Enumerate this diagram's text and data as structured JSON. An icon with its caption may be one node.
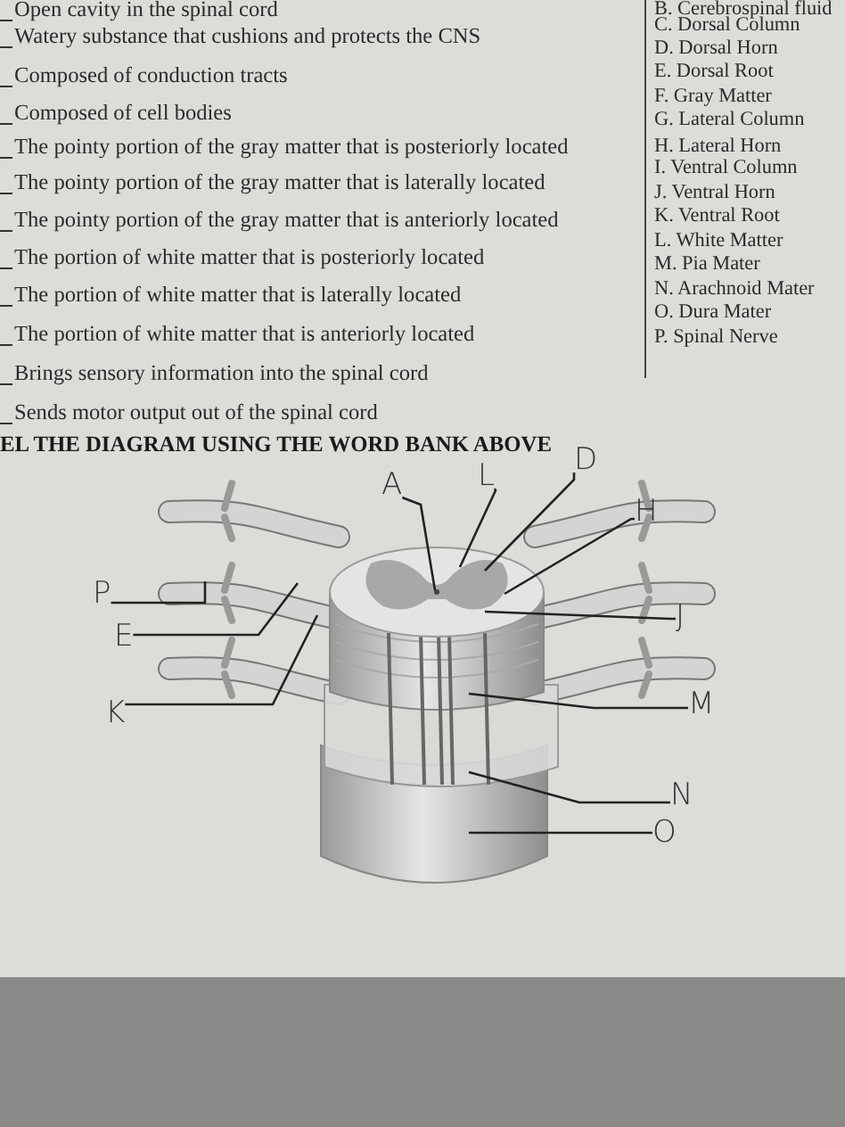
{
  "diagram": {
    "title": "EL THE DIAGRAM USING THE WORD BANK ABOVE",
    "nodes": [
      {
        "text": [
          "A"
        ]
      },
      {
        "text": [
          "L"
        ]
      },
      {
        "text": [
          "D"
        ]
      },
      {
        "text": [
          "H"
        ]
      },
      {
        "text": [
          "P"
        ]
      },
      {
        "text": [
          "E"
        ]
      },
      {
        "text": [
          "J"
        ]
      },
      {
        "text": [
          "K"
        ]
      },
      {
        "text": [
          "M"
        ]
      },
      {
        "text": [
          "N"
        ]
      },
      {
        "text": [
          "O"
        ]
      }
    ],
    "edges": [
      {
        "from": 0,
        "to": null,
        "arrow": "none"
      },
      {
        "from": 1,
        "to": null,
        "arrow": "none"
      },
      {
        "from": 2,
        "to": null,
        "arrow": "none"
      },
      {
        "from": 3,
        "to": null,
        "arrow": "none"
      },
      {
        "from": 4,
        "to": null,
        "arrow": "none"
      },
      {
        "from": 5,
        "to": null,
        "arrow": "none"
      },
      {
        "from": 6,
        "to": null,
        "arrow": "none"
      },
      {
        "from": 7,
        "to": null,
        "arrow": "none"
      },
      {
        "from": 8,
        "to": null,
        "arrow": "none"
      },
      {
        "from": 9,
        "to": null,
        "arrow": "none"
      },
      {
        "from": 10,
        "to": null,
        "arrow": "none"
      }
    ],
    "labels": [
      "Open cavity in the spinal cord",
      "B. Cerebrospinal fluid",
      "C. Dorsal Column",
      "Watery substance that cushions and protects the CNS",
      "D. Dorsal Horn",
      "E. Dorsal Root",
      "Composed of conduction tracts",
      "F. Gray Matter",
      "Composed of cell bodies",
      "G. Lateral Column",
      "The pointy portion of the gray matter that is posteriorly located",
      "H. Lateral Horn",
      "I. Ventral Column",
      "The pointy portion of the gray matter that is laterally located",
      "J. Ventral Horn",
      "K. Ventral Root",
      "The pointy portion of the gray matter that is anteriorly located",
      "L. White Matter",
      "The portion of white matter that is posteriorly located",
      "M. Pia Mater",
      "N. Arachnoid Mater",
      "The portion of white matter that is laterally located",
      "O. Dura Mater",
      "The portion of white matter that is anteriorly located",
      "P. Spinal Nerve",
      "Brings sensory information into the spinal cord",
      "Sends motor output out of the spinal cord"
    ]
  }
}
